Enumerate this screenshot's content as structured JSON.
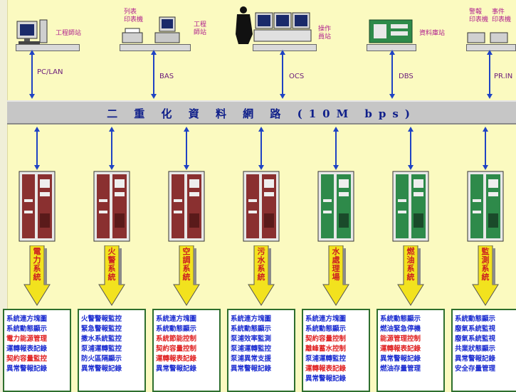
{
  "bus_title": "二 重 化 資 料 網 路 (10M bps)",
  "top_nodes": [
    {
      "id": "pc",
      "labels": [
        "工程師站"
      ],
      "link_label": "PC/LAN"
    },
    {
      "id": "bas",
      "labels": [
        "列表",
        "印表機",
        "工程",
        "師站"
      ],
      "link_label": "BAS"
    },
    {
      "id": "ocs",
      "labels": [
        "操作",
        "員站"
      ],
      "link_label": "OCS"
    },
    {
      "id": "dbs",
      "labels": [
        "資料庫站"
      ],
      "link_label": "DBS"
    },
    {
      "id": "pr",
      "labels": [
        "警報",
        "印表機",
        "事件",
        "印表機"
      ],
      "link_label": "PR.IN"
    }
  ],
  "subsystems": [
    {
      "name": "電力系統",
      "color": "red",
      "lines": [
        {
          "t": "系統連方塊圖",
          "c": "blue"
        },
        {
          "t": "系統動態顯示",
          "c": "blue"
        },
        {
          "t": "電力能源管理",
          "c": "red"
        },
        {
          "t": "運轉報表記錄",
          "c": "blue"
        },
        {
          "t": "契約容量監控",
          "c": "red"
        },
        {
          "t": "異常警報記錄",
          "c": "blue"
        }
      ]
    },
    {
      "name": "火警系統",
      "color": "red",
      "lines": [
        {
          "t": "火警警報監控",
          "c": "blue"
        },
        {
          "t": "緊急警報監控",
          "c": "blue"
        },
        {
          "t": "撒水系統監控",
          "c": "blue"
        },
        {
          "t": "泵浦運轉監控",
          "c": "blue"
        },
        {
          "t": "防火區隔顯示",
          "c": "blue"
        },
        {
          "t": "異常警報記錄",
          "c": "blue"
        }
      ]
    },
    {
      "name": "空調系統",
      "color": "red",
      "lines": [
        {
          "t": "系統連方塊圖",
          "c": "blue"
        },
        {
          "t": "系統動態顯示",
          "c": "blue"
        },
        {
          "t": "系統節能控制",
          "c": "red"
        },
        {
          "t": "契約容量控制",
          "c": "red"
        },
        {
          "t": "運轉報表記錄",
          "c": "red"
        },
        {
          "t": "異常警報記錄",
          "c": "blue"
        }
      ]
    },
    {
      "name": "污水系統",
      "color": "red",
      "lines": [
        {
          "t": "系統連方塊圖",
          "c": "blue"
        },
        {
          "t": "系統動態顯示",
          "c": "blue"
        },
        {
          "t": "泵浦效率監測",
          "c": "blue"
        },
        {
          "t": "泵浦運轉監控",
          "c": "blue"
        },
        {
          "t": "泵浦異常支援",
          "c": "blue"
        },
        {
          "t": "異常警報記錄",
          "c": "blue"
        }
      ]
    },
    {
      "name": "水處理場",
      "color": "green",
      "lines": [
        {
          "t": "系統連方塊圖",
          "c": "blue"
        },
        {
          "t": "系統動態顯示",
          "c": "blue"
        },
        {
          "t": "契約容量控制",
          "c": "red"
        },
        {
          "t": "離峰蓄水控制",
          "c": "red"
        },
        {
          "t": "泵浦運轉監控",
          "c": "blue"
        },
        {
          "t": "運轉報表記錄",
          "c": "red"
        },
        {
          "t": "異常警報記錄",
          "c": "blue"
        }
      ]
    },
    {
      "name": "燃油系統",
      "color": "green",
      "lines": [
        {
          "t": "系統動態顯示",
          "c": "blue"
        },
        {
          "t": "燃油緊急停機",
          "c": "blue"
        },
        {
          "t": "能源管理控制",
          "c": "red"
        },
        {
          "t": "運轉報表記錄",
          "c": "red"
        },
        {
          "t": "異常警報記錄",
          "c": "blue"
        },
        {
          "t": "燃油存量管理",
          "c": "blue"
        }
      ]
    },
    {
      "name": "監測系統",
      "color": "green",
      "lines": [
        {
          "t": "系統動態顯示",
          "c": "blue"
        },
        {
          "t": "廢氣系統監視",
          "c": "blue"
        },
        {
          "t": "廢氣系統監視",
          "c": "blue"
        },
        {
          "t": "共業狀態顯示",
          "c": "blue"
        },
        {
          "t": "異常警報記錄",
          "c": "blue"
        },
        {
          "t": "安全存量管理",
          "c": "blue"
        }
      ]
    }
  ]
}
